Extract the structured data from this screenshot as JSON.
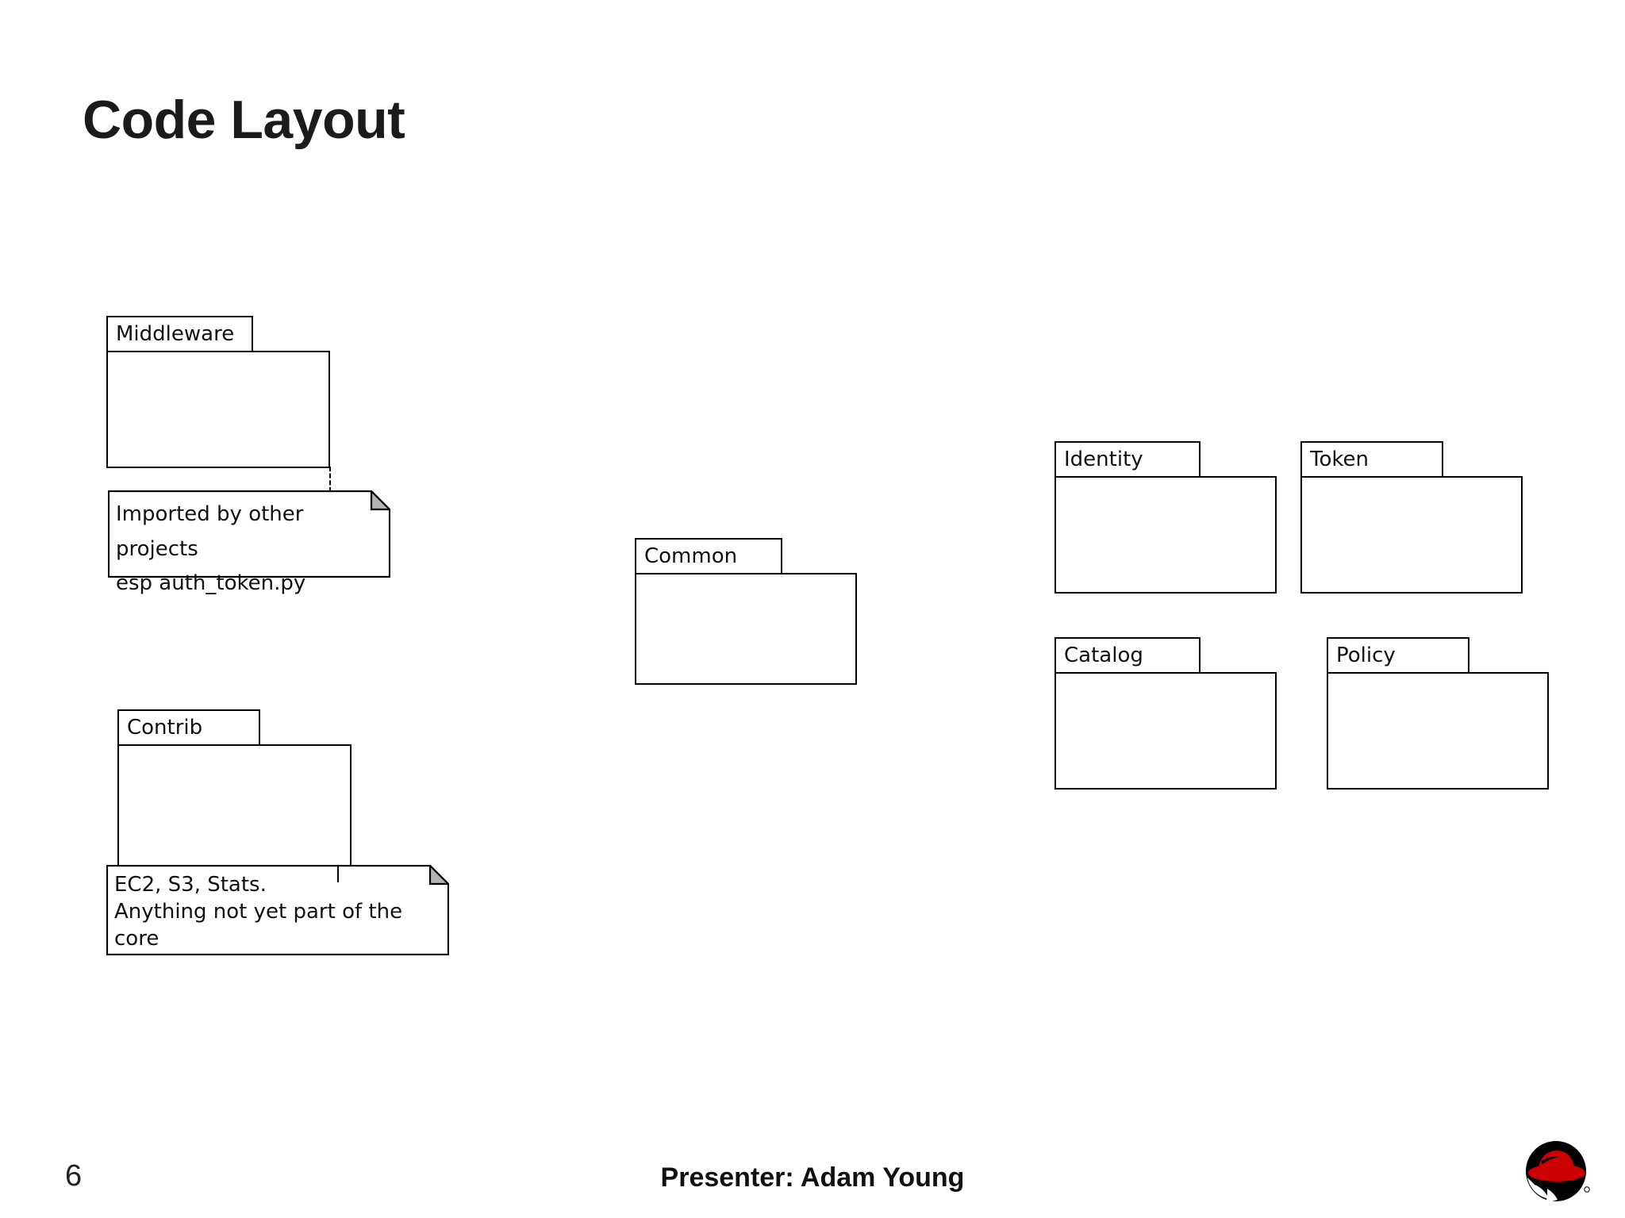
{
  "slide": {
    "title": "Code Layout",
    "page_number": "6",
    "presenter": "Presenter: Adam Young",
    "logo_name": "red-hat-shadowman-logo"
  },
  "diagram": {
    "type": "uml-package-diagram",
    "packages": [
      {
        "id": "middleware",
        "label": "Middleware"
      },
      {
        "id": "contrib",
        "label": "Contrib"
      },
      {
        "id": "common",
        "label": "Common"
      },
      {
        "id": "identity",
        "label": "Identity"
      },
      {
        "id": "token",
        "label": "Token"
      },
      {
        "id": "catalog",
        "label": "Catalog"
      },
      {
        "id": "policy",
        "label": "Policy"
      }
    ],
    "notes": [
      {
        "id": "middleware-note",
        "attached_to": "middleware",
        "text": "Imported by other projects\nesp auth_token.py",
        "connector": "dashed"
      },
      {
        "id": "contrib-note",
        "attached_to": "contrib",
        "text": "EC2, S3, Stats.\nAnything not yet part of the core",
        "connector": "solid"
      }
    ]
  },
  "colors": {
    "background": "#ffffff",
    "stroke": "#000000",
    "text": "#111111",
    "title": "#1b1b1b",
    "fold_fill": "#b3b3b3",
    "logo_red": "#cc0000",
    "logo_black": "#000000"
  }
}
